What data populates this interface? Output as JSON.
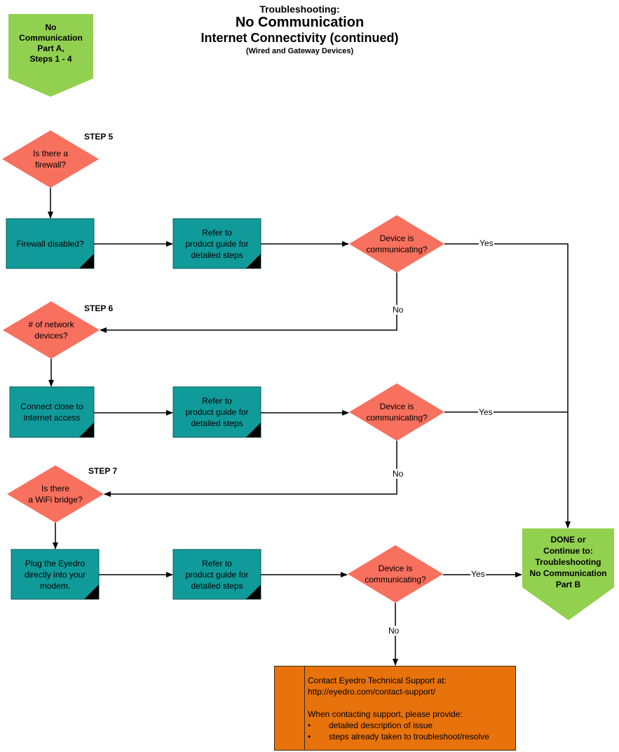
{
  "header": {
    "line1": "Troubleshooting:",
    "line2": "No Communication",
    "line3": "Internet Connectivity (continued)",
    "line4": "(Wired and Gateway Devices)"
  },
  "start": "No\nCommunication\nPart A,\nSteps 1 - 4",
  "steps": {
    "s5": "STEP 5",
    "s6": "STEP 6",
    "s7": "STEP 7"
  },
  "decisions": {
    "firewall": "Is there a\nfirewall?",
    "network_devices": "# of network\ndevices?",
    "wifi_bridge": "Is there\na WiFi bridge?",
    "communicating": "Device is\ncommunicating?"
  },
  "processes": {
    "firewall_disabled": "Firewall disabled?",
    "connect_close": "Connect close to\ninternet access",
    "plug_eyedro": "Plug the Eyedro\ndirectly into your\nmodem.",
    "refer": "Refer to\nproduct guide for\ndetailed steps"
  },
  "edge_labels": {
    "yes": "Yes",
    "no": "No"
  },
  "done": "DONE or\nContinue to:\nTroubleshooting\nNo Communication\nPart B",
  "support": {
    "line1": "Contact Eyedro Technical Support at:",
    "url": "http://eyedro.com/contact-support/",
    "line2": "When contacting support, please provide:",
    "bullets": [
      "detailed description of issue",
      "steps already taken to troubleshoot/resolve"
    ]
  },
  "colors": {
    "start_end": "#92d050",
    "decision": "#f8705e",
    "process": "#119a9a",
    "support": "#e8720c"
  }
}
